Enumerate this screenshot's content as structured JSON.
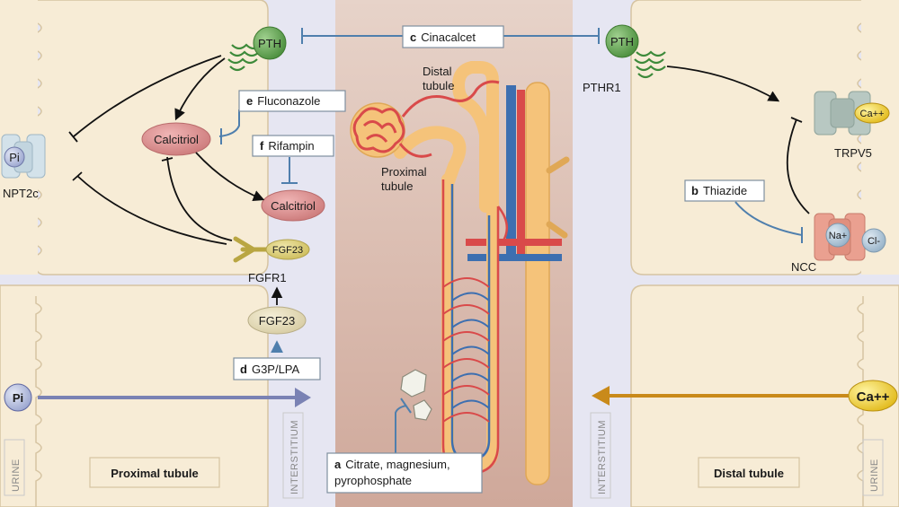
{
  "drugs": {
    "a": {
      "letter": "a",
      "line1": "Citrate, magnesium,",
      "line2": "pyrophosphate"
    },
    "b": {
      "letter": "b",
      "text": "Thiazide"
    },
    "c": {
      "letter": "c",
      "text": "Cinacalcet"
    },
    "d": {
      "letter": "d",
      "text": "G3P/LPA"
    },
    "e": {
      "letter": "e",
      "text": "Fluconazole"
    },
    "f": {
      "letter": "f",
      "text": "Rifampin"
    }
  },
  "molecules": {
    "pth_left": "PTH",
    "pth_right": "PTH",
    "calcitriol_1": "Calcitriol",
    "calcitriol_2": "Calcitriol",
    "fgf23_bound": "FGF23",
    "fgf23_free": "FGF23",
    "pi_transporter": "Pi",
    "pi_ion": "Pi",
    "ca_transporter": "Ca++",
    "ca_ion": "Ca++",
    "na": "Na+",
    "cl": "Cl-"
  },
  "labels": {
    "npt2c": "NPT2c",
    "fgfr1": "FGFR1",
    "pthr1": "PTHR1",
    "trpv5": "TRPV5",
    "ncc": "NCC",
    "distal_tubule_top": "Distal",
    "distal_tubule_bottom": "tubule",
    "proximal_tubule_top": "Proximal",
    "proximal_tubule_bottom": "tubule",
    "urine_left": "URINE",
    "urine_right": "URINE",
    "interstitium_left": "INTERSTITIUM",
    "interstitium_right": "INTERSTITIUM",
    "panel_left": "Proximal tubule",
    "panel_right": "Distal tubule"
  },
  "colors": {
    "cell": "#f7ecd6",
    "cell_border": "#d6c4a2",
    "interstitium": "#e6e6f2",
    "kidney_bg": "#dcc0b6",
    "pth": "#6fae5f",
    "calcitriol": "#dd9494",
    "fgf23": "#ddd07a",
    "inhibitor": "#4f7fad",
    "pi_arrow": "#7a82b4",
    "ca_arrow": "#c98a1a",
    "tubule": "#f5c37a",
    "artery": "#d94a4a",
    "vein": "#3d6fb0"
  }
}
